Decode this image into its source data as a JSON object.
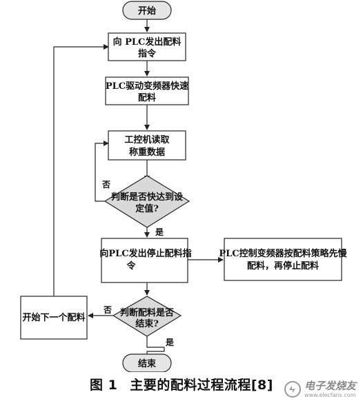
{
  "flowchart": {
    "start": "开始",
    "send_command_l1": "向 PLC发出配料",
    "send_command_l2": "指令",
    "plc_fast_l1": "PLC驱动变频器快速",
    "plc_fast_l2": "配料",
    "read_weight_l1": "工控机读取",
    "read_weight_l2": "称重数据",
    "check_setpoint_l1": "判断是否快达到设",
    "check_setpoint_l2": "定值?",
    "stop_command_l1": "向PLC发出停止配料指",
    "stop_command_l2": "令",
    "plc_slow_l1": "PLC控制变频器按配料策略先慢",
    "plc_slow_l2": "配料，再停止配料",
    "check_finish_l1": "判断配料是否",
    "check_finish_l2": "结束?",
    "next_batch": "开始下一个配料",
    "end": "结束",
    "label_no_1": "否",
    "label_yes_1": "是",
    "label_no_2": "否",
    "label_yes_2": "是"
  },
  "caption": {
    "number": "图 1",
    "title": "主要的配料过程流程[8]"
  },
  "watermark": {
    "name": "电子发烧友",
    "url": "www.elecfans.com"
  },
  "colors": {
    "box_fill": "#ffffff",
    "terminal_fill": "#e6e6e6",
    "decision_fill": "#d9d9d9",
    "stroke": "#222222"
  }
}
